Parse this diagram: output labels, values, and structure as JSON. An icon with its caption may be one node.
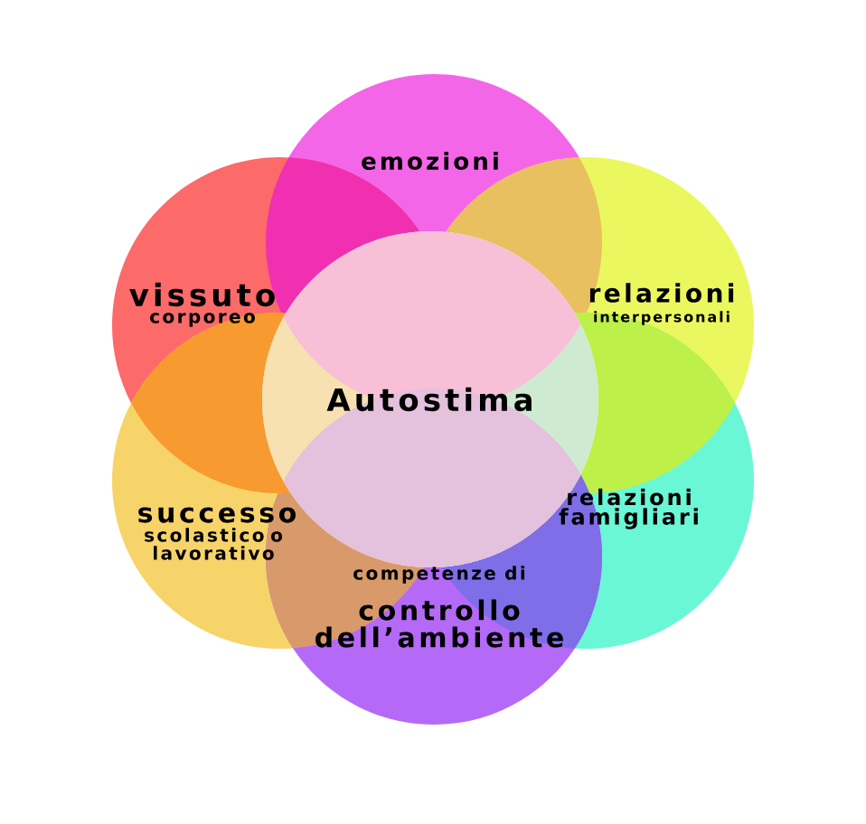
{
  "diagram": {
    "nodes": [
      {
        "text": [
          "emozioni"
        ]
      },
      {
        "text": [
          "vissuto",
          "corporeo"
        ]
      },
      {
        "text": [
          "relazioni",
          "interpersonali"
        ]
      },
      {
        "text": [
          "Autostima"
        ]
      },
      {
        "text": [
          "relazioni",
          "famigliari"
        ]
      },
      {
        "text": [
          "successo",
          "scolastico o lavorativo"
        ]
      },
      {
        "text": [
          "competenze di",
          "controllo dell’ambiente"
        ]
      }
    ]
  }
}
